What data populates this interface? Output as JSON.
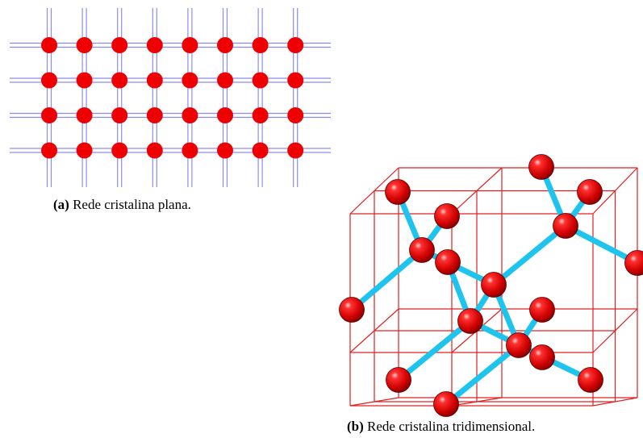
{
  "panel_a": {
    "caption_tag": "(a)",
    "caption_text": "Rede cristalina plana.",
    "rows": 4,
    "cols": 8,
    "atom_color": "#ee0000",
    "grid_line_color": "#8c8cf0"
  },
  "panel_b": {
    "caption_tag": "(b)",
    "caption_text": "Rede cristalina tridimensional.",
    "cube_edge_color": "#e02020",
    "bond_color": "#1ec3ee",
    "atom_color": "#e00000"
  }
}
